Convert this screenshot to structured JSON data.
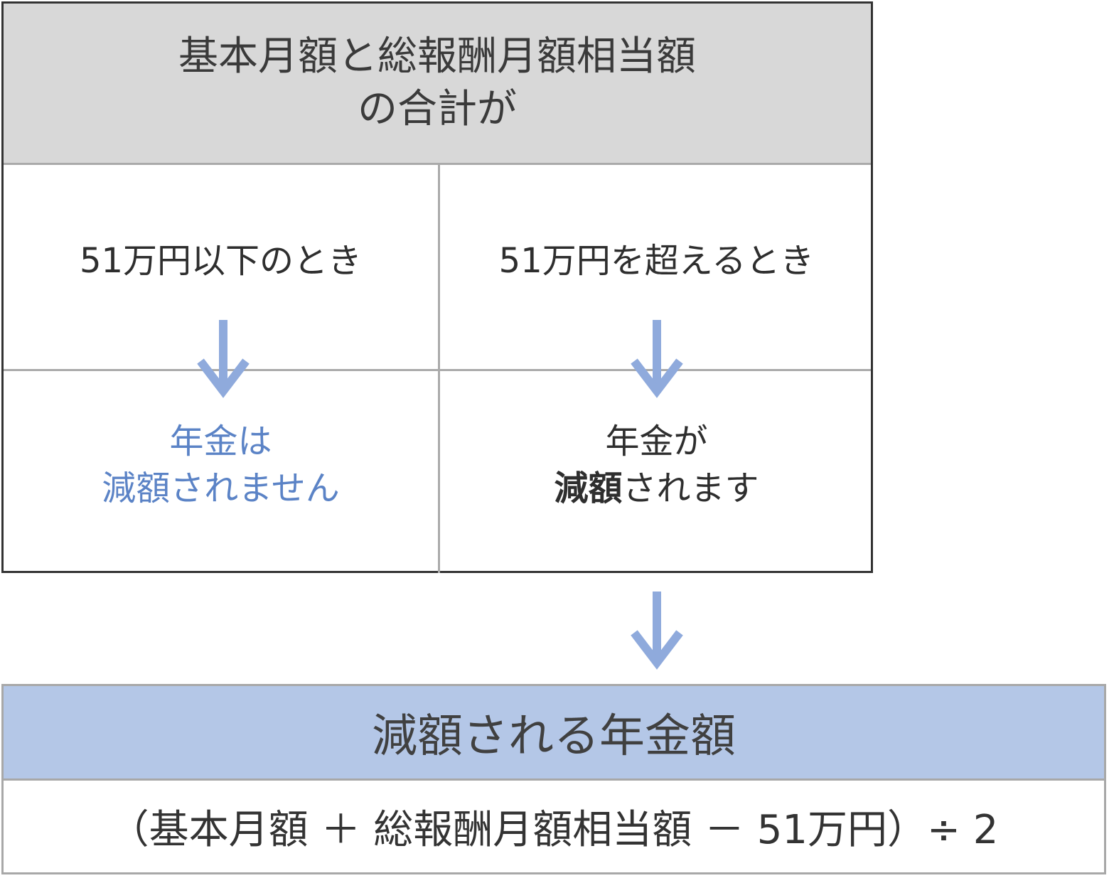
{
  "top": {
    "header_line1": "基本月額と総報酬月額相当額",
    "header_line2": "の合計が",
    "left_condition": "51万円以下のとき",
    "right_condition": "51万円を超えるとき",
    "left_result_line1": "年金は",
    "left_result_line2": "減額されません",
    "right_result_line1": "年金が",
    "right_result_bold": "減額",
    "right_result_rest": "されます"
  },
  "bottom": {
    "header": "減額される年金額",
    "formula": "（基本月額 ＋ 総報酬月額相当額 － 51万円）÷ 2"
  },
  "colors": {
    "header_gray": "#d8d8d8",
    "header_blue": "#b4c7e7",
    "accent_blue_text": "#5b83c6",
    "arrow_blue": "#8faadc"
  },
  "icons": [
    "arrow-down-icon"
  ]
}
